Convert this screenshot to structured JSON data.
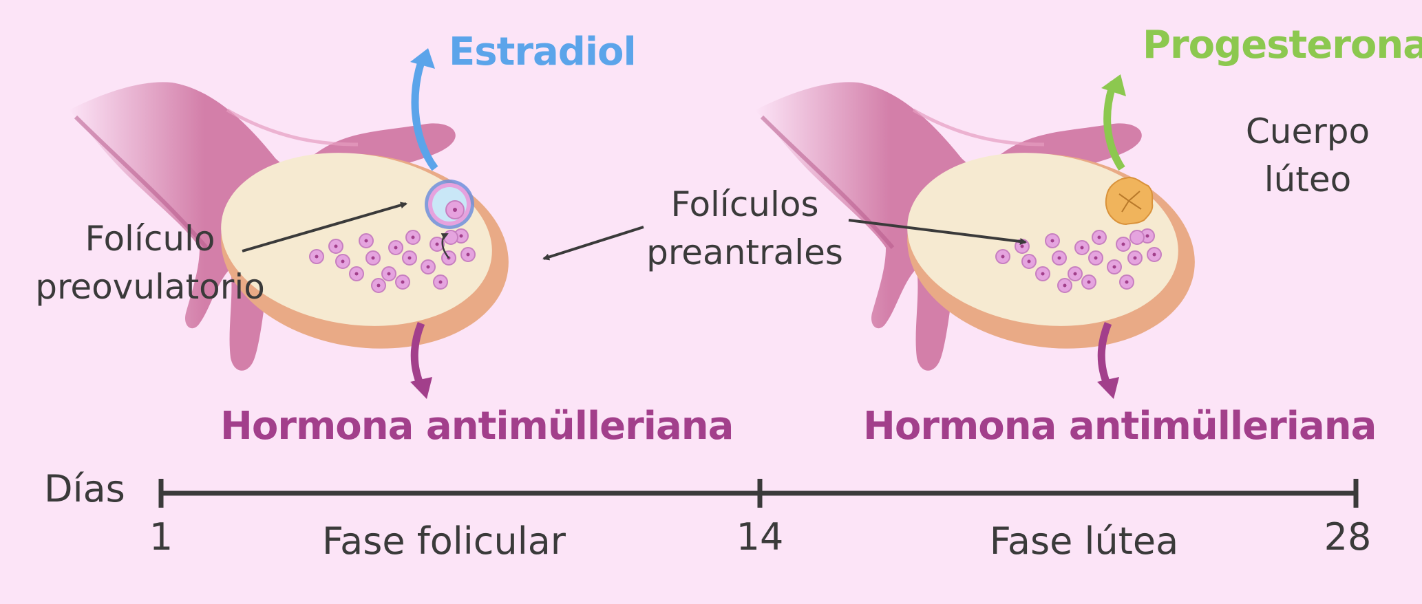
{
  "colors": {
    "background": "#fce4f7",
    "estradiol": "#5ba4ea",
    "progesterone": "#8cc84f",
    "amh": "#a23f8b",
    "text": "#3a3a3a",
    "ovary": "#f6ead1",
    "ovary_rim": "#e9aa86",
    "tube": "#d37fa9",
    "follicle": "#e5a4df",
    "corpus_luteum": "#f0b45c"
  },
  "left_panel": {
    "hormone_top": "Estradiol",
    "hormone_bottom": "Hormona antimülleriana",
    "label_follicle": [
      "Folículo",
      "preovulatorio"
    ]
  },
  "center": {
    "label_preantral": [
      "Folículos",
      "preantrales"
    ]
  },
  "right_panel": {
    "hormone_top": "Progesterona",
    "hormone_bottom": "Hormona antimülleriana",
    "label_corpus": [
      "Cuerpo",
      "lúteo"
    ]
  },
  "timeline": {
    "axis_label": "Días",
    "ticks": [
      "1",
      "14",
      "28"
    ],
    "phases": [
      "Fase folicular",
      "Fase lútea"
    ]
  }
}
